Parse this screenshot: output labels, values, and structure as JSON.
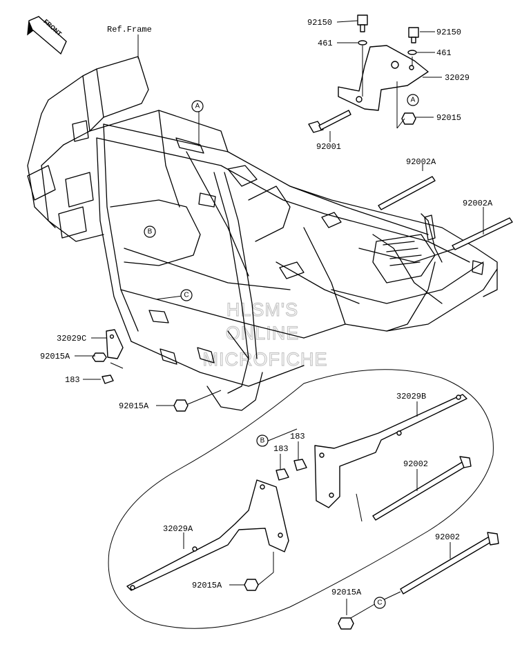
{
  "front_label": "FRONT",
  "ref_frame": "Ref.Frame",
  "watermark": [
    "HLSM'S",
    "ONLINE",
    "MICROFICHE"
  ],
  "parts": [
    {
      "label": "92150"
    },
    {
      "label": "461"
    },
    {
      "label": "92150"
    },
    {
      "label": "461"
    },
    {
      "label": "32029"
    },
    {
      "label": "92015"
    },
    {
      "label": "92001"
    },
    {
      "label": "92002A"
    },
    {
      "label": "92002A"
    },
    {
      "label": "32029C"
    },
    {
      "label": "92015A"
    },
    {
      "label": "183"
    },
    {
      "label": "92015A"
    },
    {
      "label": "32029B"
    },
    {
      "label": "183"
    },
    {
      "label": "183"
    },
    {
      "label": "92002"
    },
    {
      "label": "32029A"
    },
    {
      "label": "92002"
    },
    {
      "label": "92015A"
    },
    {
      "label": "92015A"
    }
  ],
  "callouts": [
    {
      "letter": "A"
    },
    {
      "letter": "A"
    },
    {
      "letter": "B"
    },
    {
      "letter": "C"
    },
    {
      "letter": "B"
    },
    {
      "letter": "C"
    }
  ]
}
